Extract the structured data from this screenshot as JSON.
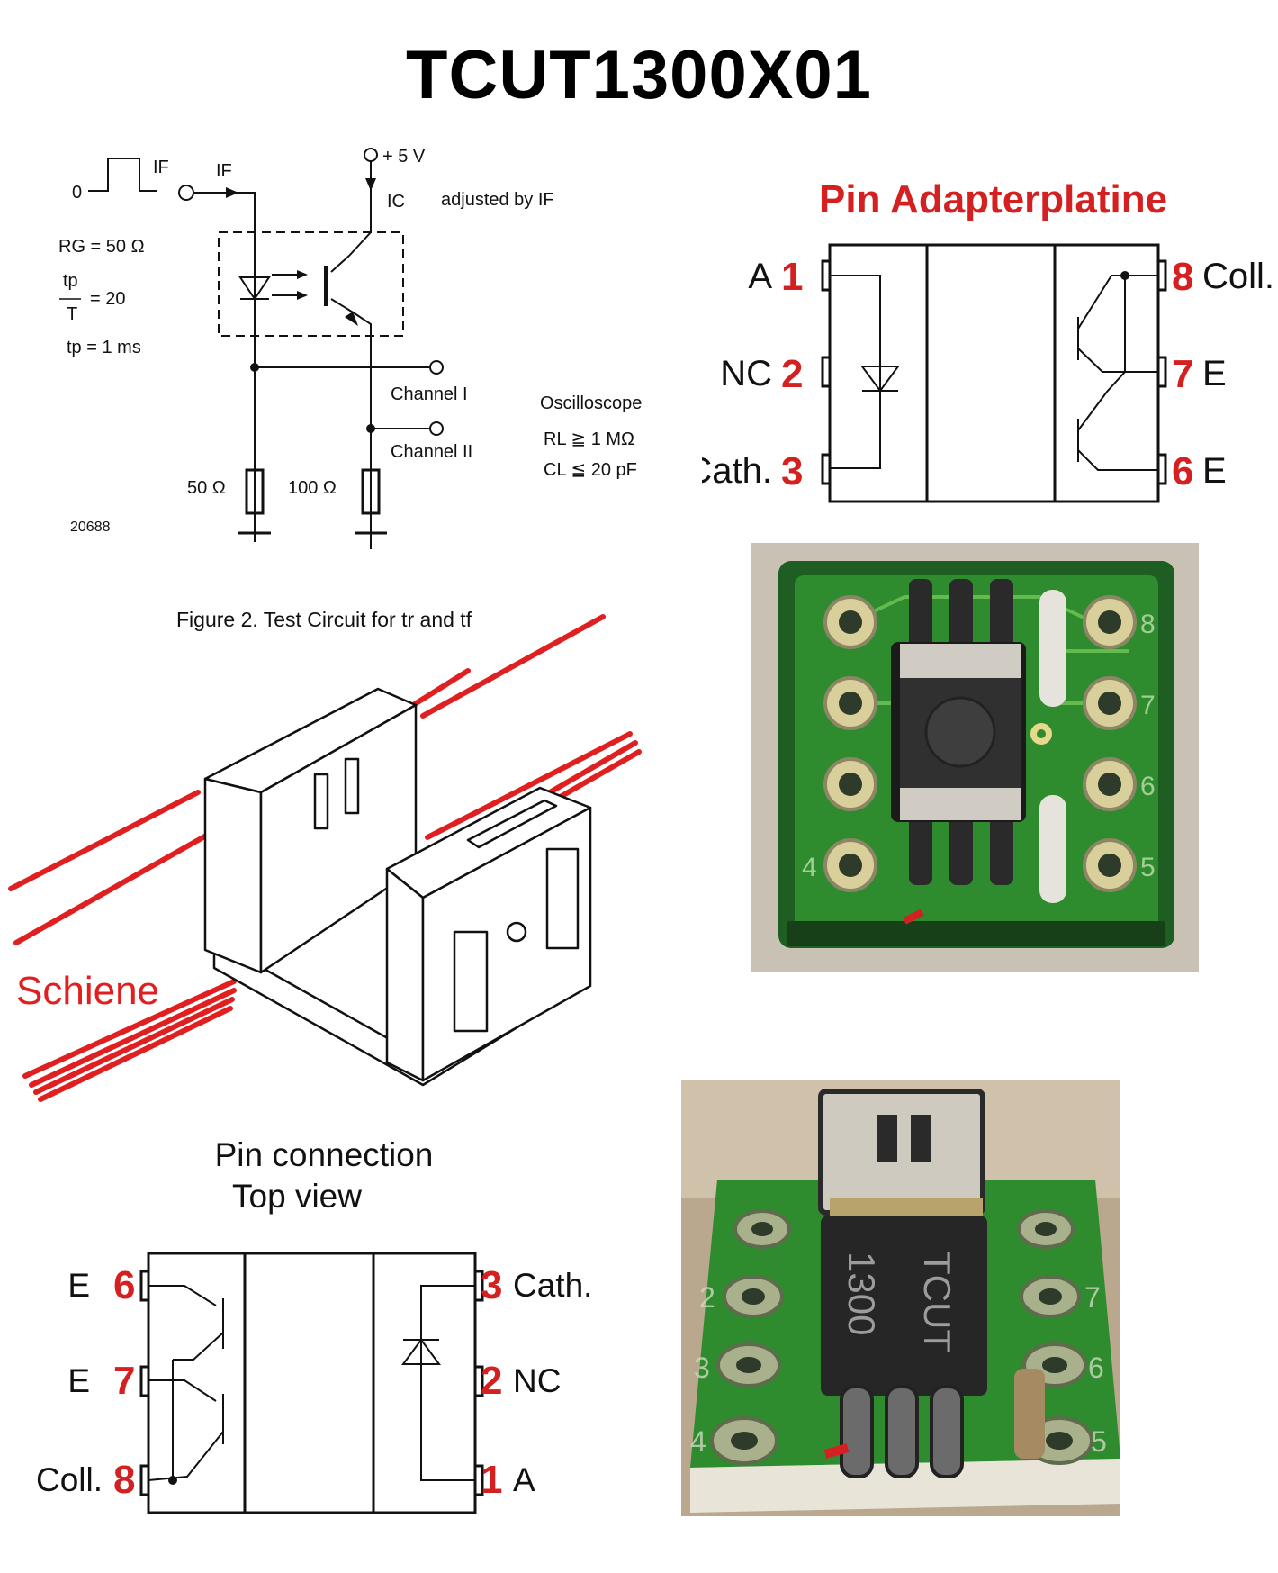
{
  "title": "TCUT1300X01",
  "test_circuit": {
    "zero_label": "0",
    "if_pulse": "IF",
    "if_input": "IF",
    "supply": "+ 5 V",
    "ic": "IC",
    "adjusted": "adjusted by IF",
    "rg": "RG = 50 Ω",
    "ratio_num": "tp",
    "ratio_den": "T",
    "ratio_val": "= 20",
    "tp": "tp = 1 ms",
    "channel1": "Channel I",
    "channel2": "Channel II",
    "oscilloscope": "Oscilloscope",
    "rl": "RL ≧ 1 MΩ",
    "cl": "CL ≦ 20 pF",
    "r50": "50 Ω",
    "r100": "100 Ω",
    "figure_id": "20688",
    "caption": "Figure 2. Test Circuit for tr and tf"
  },
  "adapter": {
    "title": "Pin Adapterplatine",
    "left_pins": [
      {
        "label": "A",
        "num": "1"
      },
      {
        "label": "NC",
        "num": "2"
      },
      {
        "label": "Cath.",
        "num": "3"
      }
    ],
    "right_pins": [
      {
        "num": "8",
        "label": "Coll."
      },
      {
        "num": "7",
        "label": "E"
      },
      {
        "num": "6",
        "label": "E"
      }
    ]
  },
  "schiene_label": "Schiene",
  "pin_connection": {
    "title_line1": "Pin connection",
    "title_line2": "Top view",
    "left_pins": [
      {
        "label": "E",
        "num": "6"
      },
      {
        "label": "E",
        "num": "7"
      },
      {
        "label": "Coll.",
        "num": "8"
      }
    ],
    "right_pins": [
      {
        "num": "3",
        "label": "Cath."
      },
      {
        "num": "2",
        "label": "NC"
      },
      {
        "num": "1",
        "label": "A"
      }
    ]
  },
  "photo_top": {
    "pad_numbers": [
      "8",
      "7",
      "6",
      "5",
      "4"
    ]
  },
  "photo_bottom": {
    "pad_numbers": [
      "2",
      "3",
      "4",
      "7",
      "6",
      "5"
    ],
    "chip_text_1": "TCUT",
    "chip_text_2": "1300"
  },
  "colors": {
    "accent_red": "#d42020",
    "pcb_green": "#2e8b2e",
    "pcb_dark": "#1f5e22"
  }
}
